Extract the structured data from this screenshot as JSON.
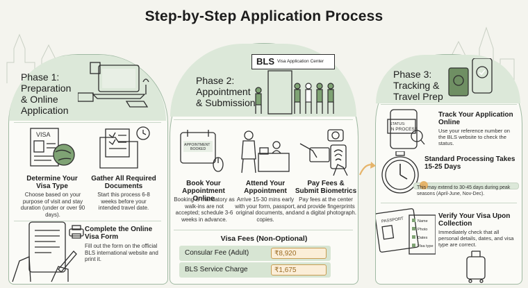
{
  "title": "Step-by-Step Application Process",
  "phases": [
    {
      "label": "Phase 1:\nPreparation\n& Online\nApplication",
      "steps": [
        {
          "title": "Determine Your Visa Type",
          "desc": "Choose based on your purpose of visit and stay duration (under or over 90 days)."
        },
        {
          "title": "Gather All Required Documents",
          "desc": "Start this process 6-8 weeks before your intended travel date."
        },
        {
          "title": "Complete the Online Visa Form",
          "desc": "Fill out the form on the official BLS international website and print it."
        }
      ]
    },
    {
      "label": "Phase 2:\nAppointment\n& Submission",
      "sign": "BLS",
      "sign_sub": "Visa Application Center",
      "steps": [
        {
          "title": "Book Your Appointment Online",
          "desc": "Booking is mandatory as walk-ins are not accepted; schedule 3-6 weeks in advance."
        },
        {
          "title": "Attend Your Appointment",
          "desc": "Arrive 15-30 mins early with your form, passport, original documents, and copies."
        },
        {
          "title": "Pay Fees & Submit Biometrics",
          "desc": "Pay fees at the center and provide fingerprints and a digital photograph."
        }
      ],
      "calendar_label": "APPOINTMENT BOOKED"
    },
    {
      "label": "Phase 3:\nTracking &\nTravel Prep",
      "phone_label": "STATUS: IN PROCESS",
      "passport_label": "PASSPORT",
      "passport_fields": [
        "Name",
        "Photo",
        "Dates",
        "Visa type"
      ],
      "steps": [
        {
          "title": "Track Your Application Online",
          "desc": "Use your reference number on the BLS website to check the status."
        },
        {
          "title": "Standard Processing Takes 15-25 Days",
          "desc": "This may extend to 30-45 days during peak seasons (April-June, Nov-Dec)."
        },
        {
          "title": "Verify Your Visa Upon Collection",
          "desc": "Immediately check that all personal details, dates, and visa type are correct."
        }
      ]
    }
  ],
  "fees": {
    "title": "Visa Fees (Non-Optional)",
    "rows": [
      {
        "label": "Consular Fee (Adult)",
        "value": "₹8,920"
      },
      {
        "label": "BLS Service Charge",
        "value": "₹1,675"
      }
    ]
  },
  "colors": {
    "panel_border": "#9fb9a2",
    "header_green": "#dce8d9",
    "fee_row": "#d7e5d3",
    "fee_value_border": "#c99d52",
    "arrow": "#e6b46a"
  }
}
